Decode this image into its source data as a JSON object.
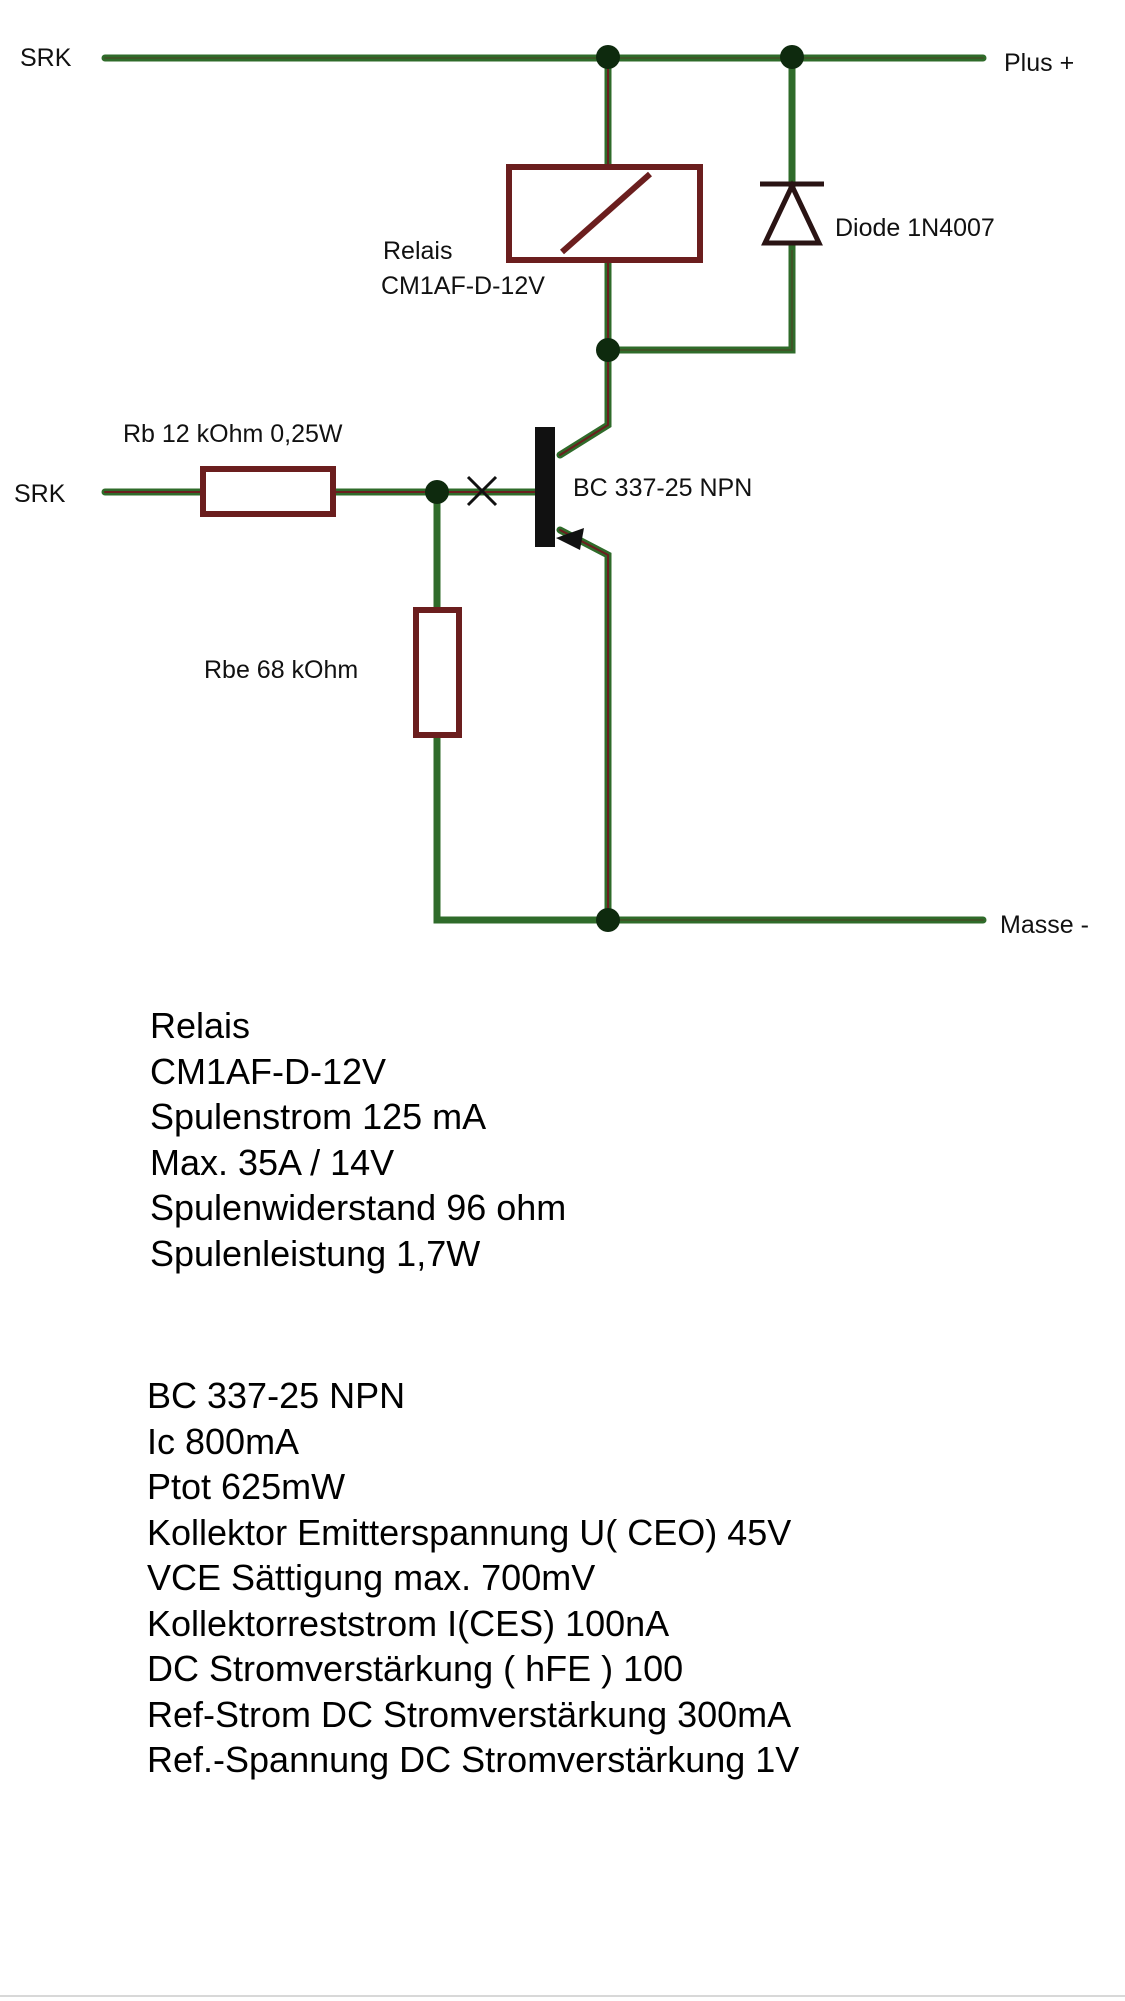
{
  "labels": {
    "srk_top": "SRK",
    "plus": "Plus +",
    "srk_input": "SRK",
    "masse": "Masse -",
    "relay_name": "Relais",
    "relay_model": "CM1AF-D-12V",
    "diode": "Diode 1N4007",
    "rb": "Rb 12 kOhm 0,25W",
    "transistor": "BC 337-25 NPN",
    "rbe": "Rbe 68 kOhm"
  },
  "relay_specs": [
    "Relais",
    "CM1AF-D-12V",
    "Spulenstrom 125 mA",
    "Max. 35A / 14V",
    "Spulenwiderstand 96 ohm",
    "Spulenleistung 1,7W"
  ],
  "transistor_specs": [
    "BC 337-25 NPN",
    "Ic 800mA",
    "Ptot 625mW",
    "Kollektor Emitterspannung U( CEO) 45V",
    "VCE Sättigung max. 700mV",
    "Kollektorreststrom I(CES) 100nA",
    "DC Stromverstärkung ( hFE ) 100",
    "Ref-Strom DC Stromverstärkung 300mA",
    "Ref.-Spannung DC Stromverstärkung 1V"
  ],
  "colors": {
    "wire_outer": "#2f6b2a",
    "wire_inner": "#6b1e1e",
    "symbol_outline": "#6b1e1e",
    "node": "#0e2a0e"
  }
}
